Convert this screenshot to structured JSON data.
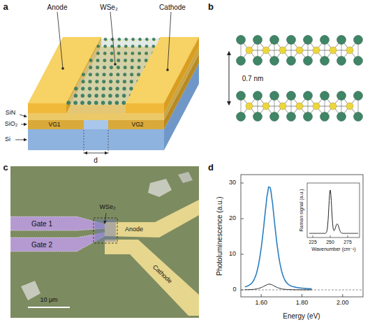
{
  "diagram": {
    "labels": [
      "a",
      "Anode",
      "WSe₂",
      "Cathode",
      "SiN",
      "SiO₂",
      "Si",
      "VG1",
      "VG2",
      "d",
      "b",
      "0.7 nm",
      "c",
      "Gate 1",
      "Gate 2",
      "WSe₂",
      "Anode",
      "Cathode",
      "10 μm",
      "d",
      "30",
      "20",
      "10",
      "0",
      "1.60",
      "1.80",
      "2.00",
      "Energy (eV)",
      "Photoluminescence (a.u.)",
      "Raman signal (a.u.)",
      "225",
      "250",
      "275",
      "Wavenumber (cm⁻¹)"
    ]
  }
}
